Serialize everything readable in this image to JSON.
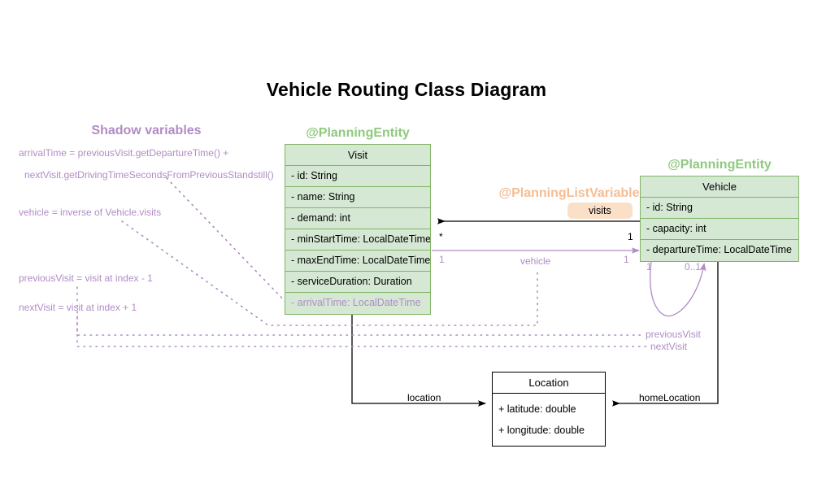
{
  "page": {
    "title": "Vehicle Routing Class Diagram"
  },
  "colors": {
    "entity_fill": "#d5e8d4",
    "entity_stroke": "#82b366",
    "shadow_purple": "#b08cc4",
    "planning_green": "#8fc97f",
    "list_variable_orange": "#f5bd93",
    "badge_bg": "#fbe0c8",
    "plain_stroke": "#000000"
  },
  "sections": {
    "shadow_variables_heading": "Shadow variables",
    "planning_entity_visit_heading": "@PlanningEntity",
    "planning_entity_vehicle_heading": "@PlanningEntity",
    "planning_list_variable_heading": "@PlanningListVariable"
  },
  "shadow_notes": [
    "arrivalTime = previousVisit.getDepartureTime() +",
    "nextVisit.getDrivingTimeSecondsFromPreviousStandstill()",
    "vehicle = inverse of Vehicle.visits",
    "previousVisit = visit at index - 1",
    "nextVisit = visit at index + 1"
  ],
  "classes": {
    "visit": {
      "name": "Visit",
      "attributes": [
        {
          "text": "- id: String",
          "shadow": false
        },
        {
          "text": "- name: String",
          "shadow": false
        },
        {
          "text": "- demand: int",
          "shadow": false
        },
        {
          "text": "- minStartTime: LocalDateTime",
          "shadow": false
        },
        {
          "text": "- maxEndTime: LocalDateTime",
          "shadow": false
        },
        {
          "text": "- serviceDuration: Duration",
          "shadow": false
        },
        {
          "text": "- arrivalTime: LocalDateTime",
          "shadow": true
        }
      ]
    },
    "vehicle": {
      "name": "Vehicle",
      "attributes": [
        {
          "text": "- id: String",
          "shadow": false
        },
        {
          "text": "- capacity: int",
          "shadow": false
        },
        {
          "text": "- departureTime: LocalDateTime",
          "shadow": false
        }
      ]
    },
    "location": {
      "name": "Location",
      "attributes": [
        {
          "text": "+ latitude: double"
        },
        {
          "text": "+ longitude: double"
        }
      ]
    }
  },
  "edges": {
    "visits_label": "visits",
    "visits_mult_source": "*",
    "visits_mult_target": "1",
    "vehicle_label": "vehicle",
    "vehicle_mult_source": "1",
    "vehicle_mult_target": "1",
    "previous_visit_label": "previousVisit",
    "next_visit_label": "nextVisit",
    "self_mult_left": "1",
    "self_mult_right": "0..1",
    "location_label": "location",
    "home_location_label": "homeLocation"
  }
}
